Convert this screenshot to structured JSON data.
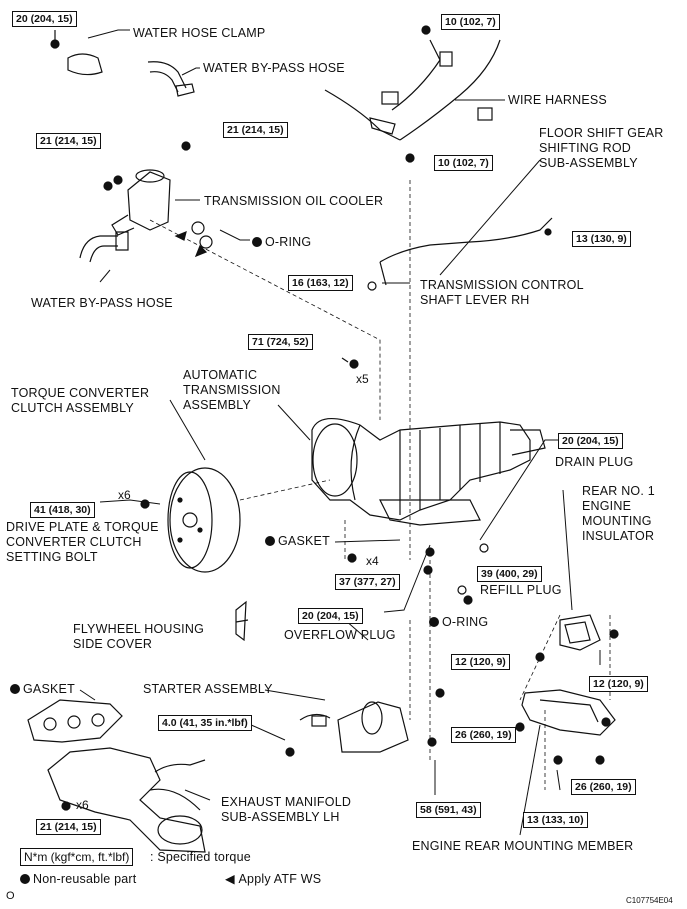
{
  "labels": {
    "water_hose_clamp": "WATER HOSE CLAMP",
    "water_bypass_hose_top": "WATER BY-PASS HOSE",
    "wire_harness": "WIRE HARNESS",
    "floor_shift_1": "FLOOR SHIFT GEAR",
    "floor_shift_2": "SHIFTING ROD",
    "floor_shift_3": "SUB-ASSEMBLY",
    "trans_oil_cooler": "TRANSMISSION OIL COOLER",
    "oring_1": "O-RING",
    "water_bypass_hose_bottom": "WATER BY-PASS HOSE",
    "trans_ctrl_1": "TRANSMISSION CONTROL",
    "trans_ctrl_2": "SHAFT LEVER RH",
    "auto_trans_1": "AUTOMATIC",
    "auto_trans_2": "TRANSMISSION",
    "auto_trans_3": "ASSEMBLY",
    "torque_conv_1": "TORQUE CONVERTER",
    "torque_conv_2": "CLUTCH ASSEMBLY",
    "drain_plug": "DRAIN PLUG",
    "rear_mount_1": "REAR NO. 1",
    "rear_mount_2": "ENGINE",
    "rear_mount_3": "MOUNTING",
    "rear_mount_4": "INSULATOR",
    "drive_plate_1": "DRIVE PLATE & TORQUE",
    "drive_plate_2": "CONVERTER CLUTCH",
    "drive_plate_3": "SETTING BOLT",
    "gasket_1": "GASKET",
    "refill_plug": "REFILL PLUG",
    "oring_2": "O-RING",
    "overflow_plug": "OVERFLOW PLUG",
    "flywheel_1": "FLYWHEEL HOUSING",
    "flywheel_2": "SIDE COVER",
    "gasket_2": "GASKET",
    "starter": "STARTER ASSEMBLY",
    "exhaust_1": "EXHAUST MANIFOLD",
    "exhaust_2": "SUB-ASSEMBLY LH",
    "engine_rear_member": "ENGINE REAR MOUNTING MEMBER"
  },
  "torques": {
    "t1": "20 (204, 15)",
    "t2": "10 (102, 7)",
    "t3": "21 (214, 15)",
    "t4": "21 (214, 15)",
    "t5": "10 (102, 7)",
    "t6": "13 (130, 9)",
    "t7": "16 (163, 12)",
    "t8": "71 (724, 52)",
    "t9": "20 (204, 15)",
    "t10": "41 (418, 30)",
    "t11": "37 (377, 27)",
    "t12": "39 (400, 29)",
    "t13": "20 (204, 15)",
    "t14": "12 (120, 9)",
    "t15": "12 (120, 9)",
    "t16": "4.0 (41, 35 in.*lbf)",
    "t17": "26 (260, 19)",
    "t18": "26 (260, 19)",
    "t19": "58 (591, 43)",
    "t20": "21 (214, 15)",
    "t21": "13 (133, 10)"
  },
  "quantities": {
    "x5": "x5",
    "x6_bolt": "x6",
    "x4": "x4",
    "x6_manifold": "x6"
  },
  "legend": {
    "torque_key": "N*m (kgf*cm, ft.*lbf)",
    "torque_desc": ": Specified torque",
    "nonreusable": "Non-reusable part",
    "apply": "Apply ATF WS"
  },
  "footer": {
    "left_mark": "O",
    "code": "C107754E04"
  }
}
